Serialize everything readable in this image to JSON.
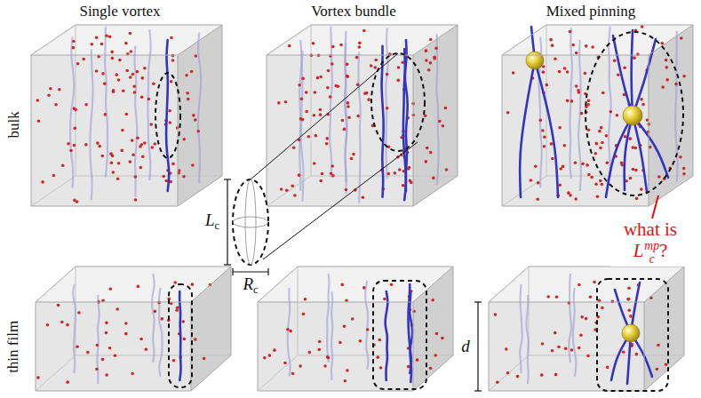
{
  "diagram": {
    "labels": [
      "Single vortex",
      "Vortex bundle",
      "Mixed pinning",
      "bulk",
      "thin film",
      "Lc",
      "Rc",
      "d",
      "what is Lcmp?"
    ]
  }
}
